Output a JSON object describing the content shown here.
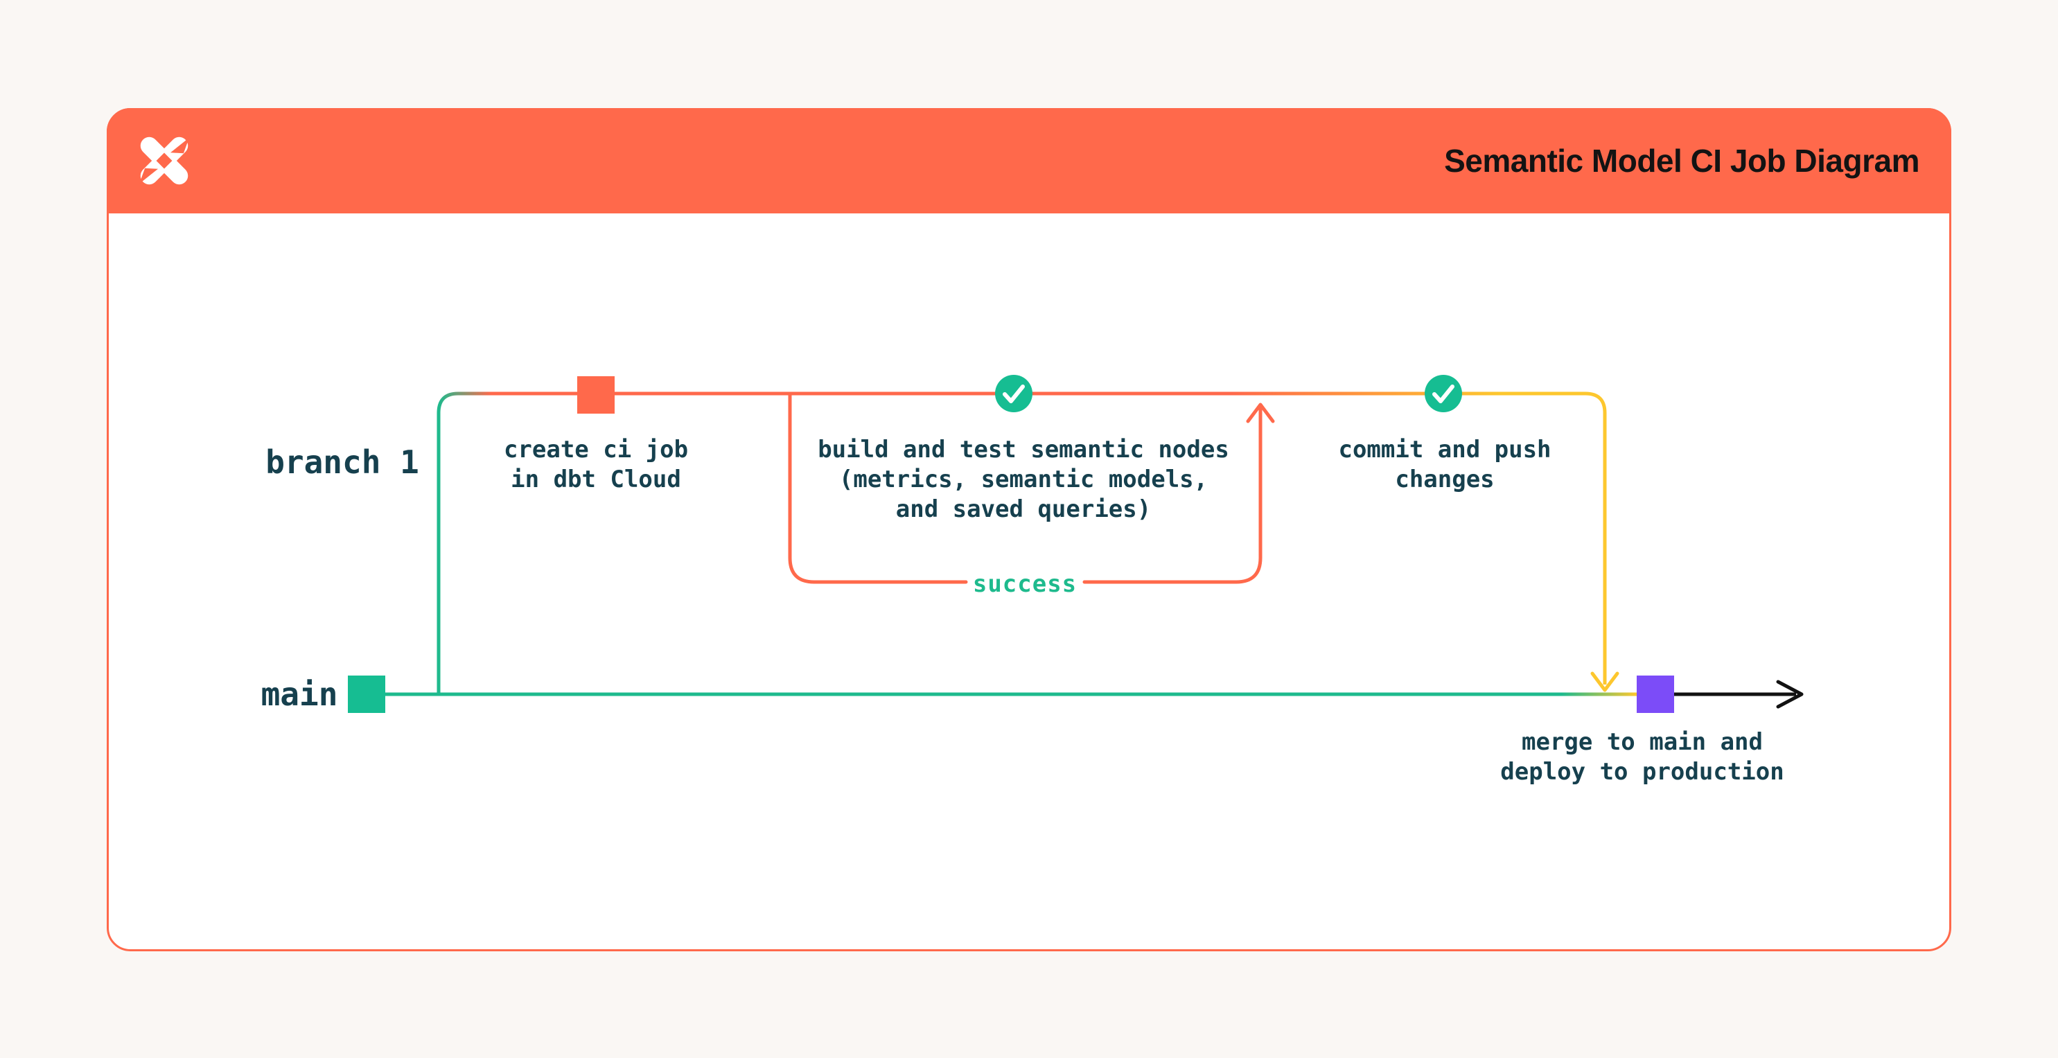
{
  "header": {
    "title": "Semantic Model CI Job Diagram",
    "logo": "dbt-logo",
    "background": "#FF694B"
  },
  "diagram": {
    "branch_label": "branch 1",
    "main_label": "main",
    "success_label": "success",
    "nodes": {
      "create_ci": {
        "marker": "orange-commit-square",
        "lines": [
          "create ci job",
          "in dbt Cloud"
        ]
      },
      "build_test": {
        "marker": "check-circle",
        "lines": [
          "build and test semantic nodes",
          "(metrics, semantic models,",
          "and saved queries)"
        ]
      },
      "commit_push": {
        "marker": "check-circle",
        "lines": [
          "commit and push",
          "changes"
        ]
      },
      "merge_deploy": {
        "marker": "purple-commit-square",
        "lines": [
          "merge to main and",
          "deploy to production"
        ]
      }
    },
    "colors": {
      "orange": "#FF694B",
      "line_green": "#1EBA8D",
      "fill_green": "#16BD92",
      "yellow": "#FDC72E",
      "purple": "#7C4CF8",
      "ink": "#16404E",
      "title_text": "#131313",
      "page_background": "#FAF7F4",
      "card_background": "#FFFFFF"
    }
  }
}
